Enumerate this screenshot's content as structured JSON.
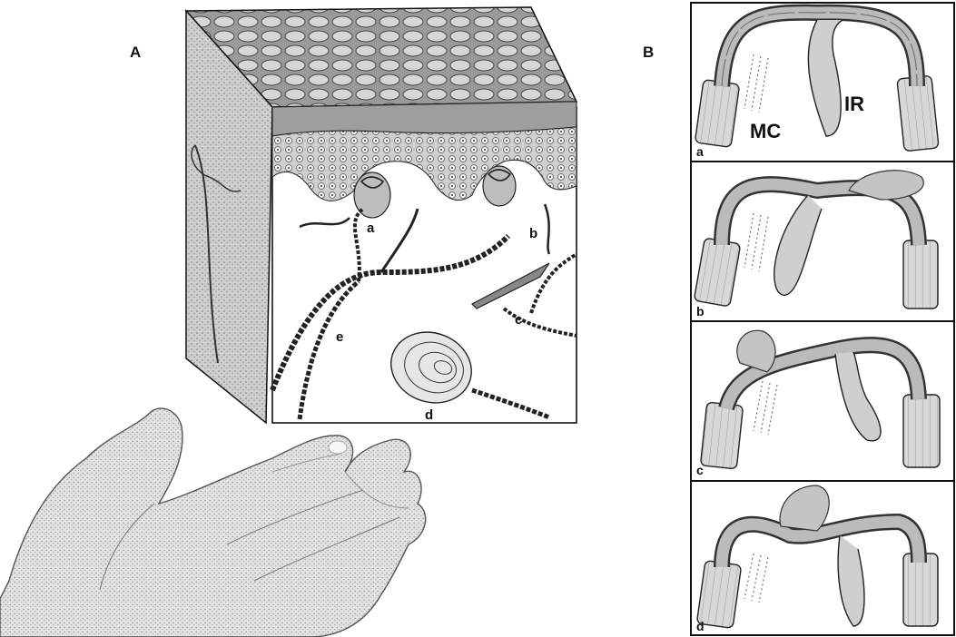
{
  "panels": {
    "A": {
      "letter": "A",
      "labels": {
        "a": "a",
        "b": "b",
        "c": "c",
        "d": "d",
        "e": "e"
      }
    },
    "B": {
      "letter": "B",
      "labels": {
        "MC": "MC",
        "IR": "IR"
      },
      "frames": [
        {
          "letter": "a"
        },
        {
          "letter": "b"
        },
        {
          "letter": "c"
        },
        {
          "letter": "d"
        }
      ]
    }
  },
  "colors": {
    "ink": "#222222",
    "skin_light": "#d9d9d9",
    "skin_mid": "#bdbdbd",
    "skin_dark": "#8f8f8f",
    "frame": "#111111",
    "background": "#ffffff"
  }
}
